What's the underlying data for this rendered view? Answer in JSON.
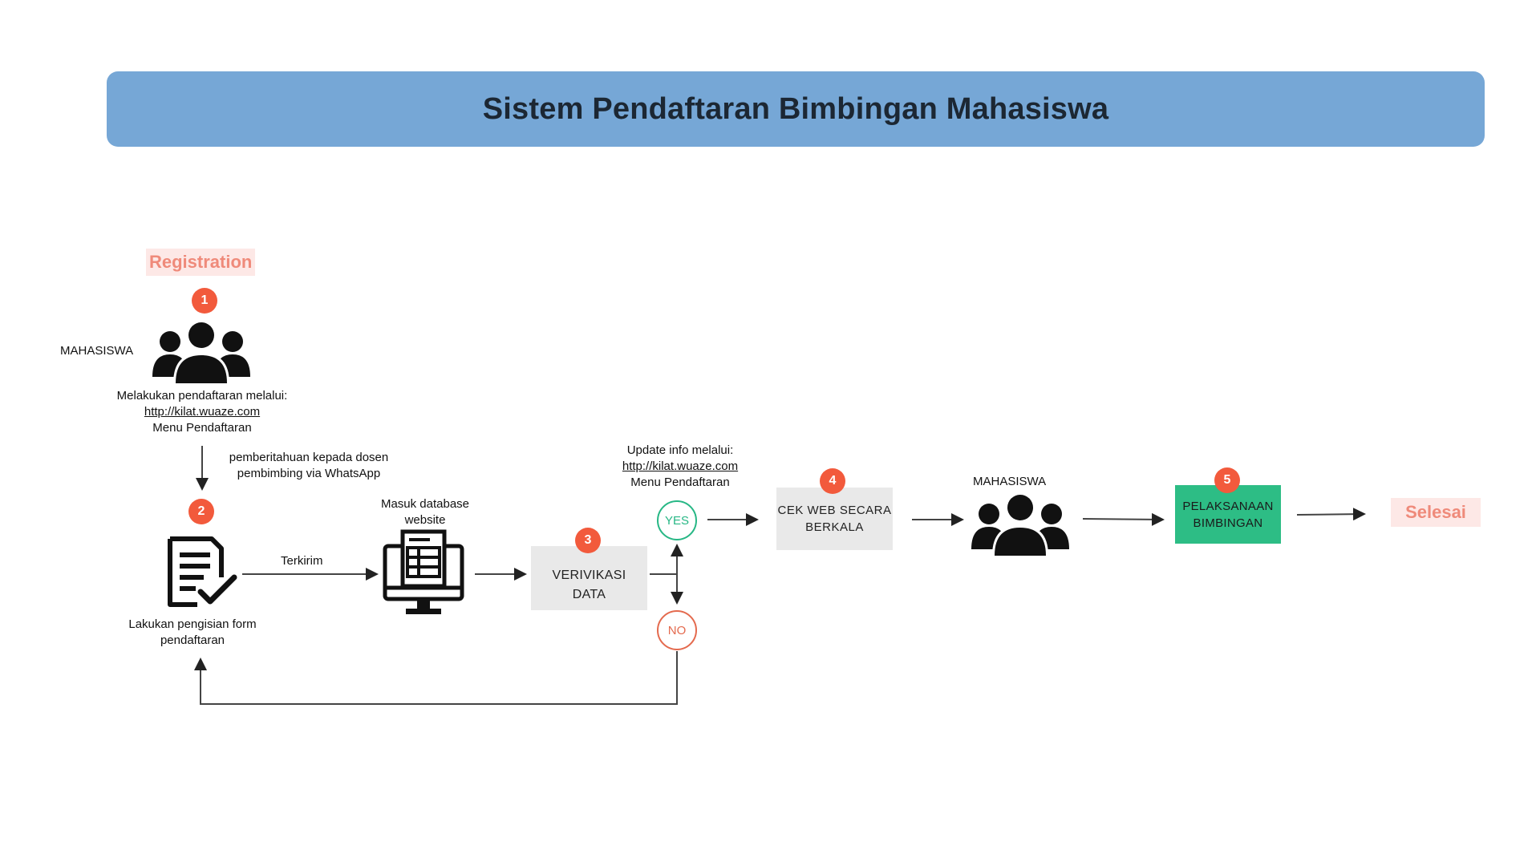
{
  "title": "Sistem Pendaftaran Bimbingan Mahasiswa",
  "registration_tag": "Registration",
  "selesai_tag": "Selesai",
  "steps": {
    "s1": "1",
    "s2": "2",
    "s3": "3",
    "s4": "4",
    "s5": "5"
  },
  "mahasiswa_label_1": "MAHASISWA",
  "mahasiswa_label_2": "MAHASISWA",
  "register": {
    "line1": "Melakukan pendaftaran melalui:",
    "link": "http://kilat.wuaze.com",
    "line3": "Menu Pendaftaran"
  },
  "notify": {
    "line1": "pemberitahuan kepada dosen",
    "line2": "pembimbing via WhatsApp"
  },
  "form": {
    "line1": "Lakukan pengisian form",
    "line2": "pendaftaran"
  },
  "sent_label": "Terkirim",
  "database": {
    "line1": "Masuk database",
    "line2": "website"
  },
  "verify": {
    "line1": "VERIVIKASI",
    "line2": "DATA"
  },
  "update": {
    "line1": "Update info melalui:",
    "link": "http://kilat.wuaze.com",
    "line3": "Menu Pendaftaran"
  },
  "yes_label": "YES",
  "no_label": "NO",
  "check": {
    "line1": "CEK WEB SECARA",
    "line2": "BERKALA"
  },
  "execute": {
    "line1": "PELAKSANAAN",
    "line2": "BIMBINGAN"
  },
  "colors": {
    "banner": "#76a7d6",
    "badge": "#f25a3c",
    "tag_bg": "#fde8e6",
    "tag_text": "#ef8a7a",
    "yes": "#27b785",
    "no": "#e46a4e",
    "execute_box": "#2dbd85"
  },
  "icons": [
    "people-group-icon",
    "form-checklist-icon",
    "database-computer-icon",
    "people-group-icon"
  ]
}
